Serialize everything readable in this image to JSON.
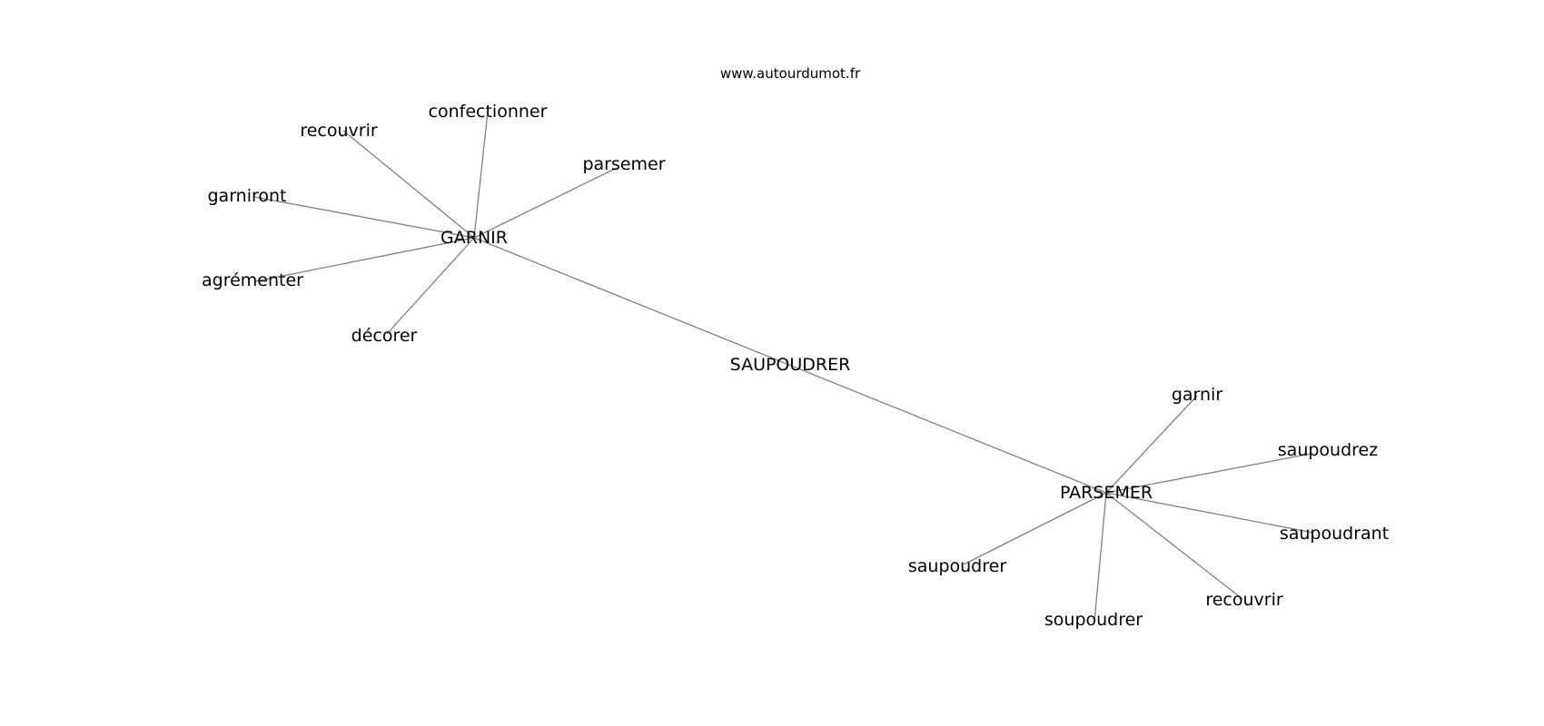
{
  "watermark": "www.autourdumot.fr",
  "graph": {
    "center": "SAUPOUDRER",
    "hubs": [
      {
        "label": "GARNIR",
        "neighbors": [
          "confectionner",
          "recouvrir",
          "garniront",
          "agrémenter",
          "décorer",
          "parsemer"
        ]
      },
      {
        "label": "PARSEMER",
        "neighbors": [
          "garnir",
          "saupoudrez",
          "saupoudrant",
          "recouvrir",
          "soupoudrer",
          "saupoudrer"
        ]
      }
    ],
    "edge_color": "#808080",
    "text_color": "#000000"
  }
}
